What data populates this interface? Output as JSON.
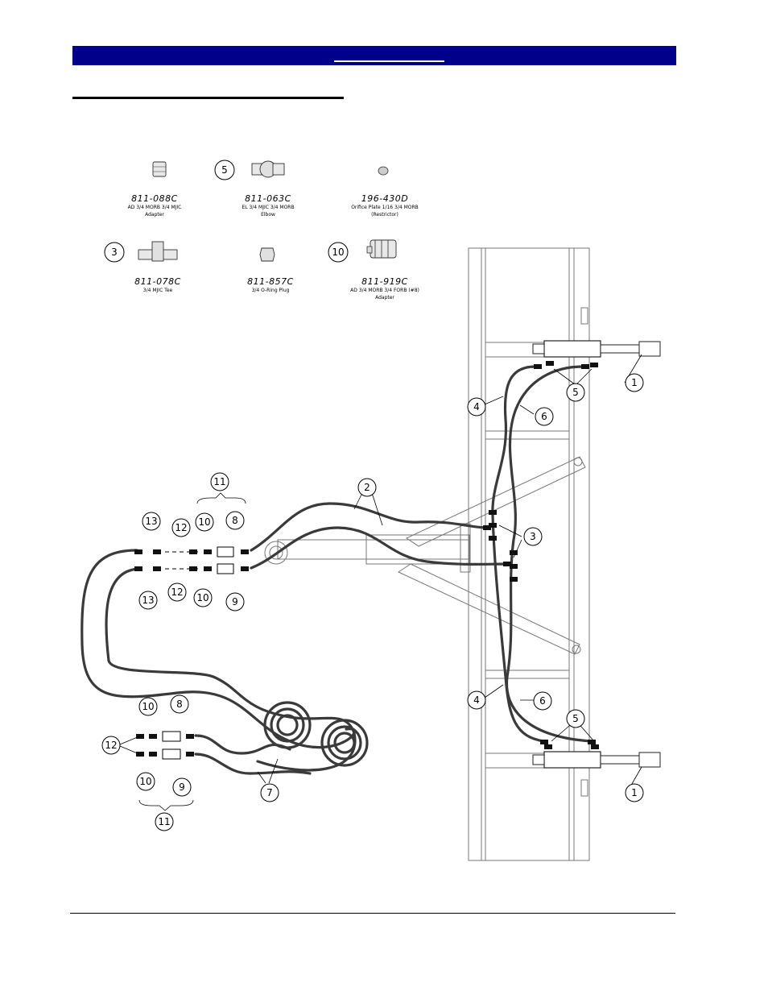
{
  "parts": [
    {
      "pn": "811-088C",
      "desc1": "AD 3/4 MORB 3/4 MJIC",
      "desc2": "Adapter",
      "callout": ""
    },
    {
      "pn": "811-063C",
      "desc1": "EL 3/4 MJIC 3/4 MORB",
      "desc2": "Elbow",
      "callout": "5"
    },
    {
      "pn": "196-430D",
      "desc1": "Orifice Plate 1/16 3/4 MORB",
      "desc2": "(Restrictor)",
      "callout": ""
    },
    {
      "pn": "811-078C",
      "desc1": "3/4 MJIC Tee",
      "desc2": "",
      "callout": "3"
    },
    {
      "pn": "811-857C",
      "desc1": "3/4 O-Ring Plug",
      "desc2": "",
      "callout": ""
    },
    {
      "pn": "811-919C",
      "desc1": "AD 3/4 MORB 3/4 FORB (#8)",
      "desc2": "Adapter",
      "callout": "10"
    }
  ],
  "callouts": {
    "c1": "1",
    "c2": "2",
    "c3": "3",
    "c4": "4",
    "c5": "5",
    "c6": "6",
    "c7": "7",
    "c8": "8",
    "c9": "9",
    "c10": "10",
    "c11": "11",
    "c12": "12",
    "c13": "13"
  }
}
